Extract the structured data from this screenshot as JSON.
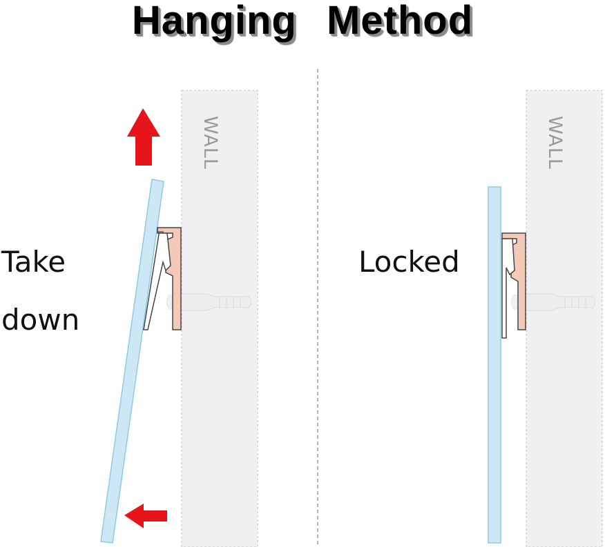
{
  "title": "Hanging Method",
  "left_panel": {
    "label_line1": "Take",
    "label_line2": "down",
    "wall_label": "WALL"
  },
  "right_panel": {
    "label": "Locked",
    "wall_label": "WALL"
  },
  "colors": {
    "wall_fill": "#f0f0f2",
    "wall_border": "#c8c8c8",
    "panel_fill": "#cde8f4",
    "panel_stroke": "#8ccbe6",
    "clip_fill": "#f3c9b8",
    "arrow": "#e8141b"
  }
}
